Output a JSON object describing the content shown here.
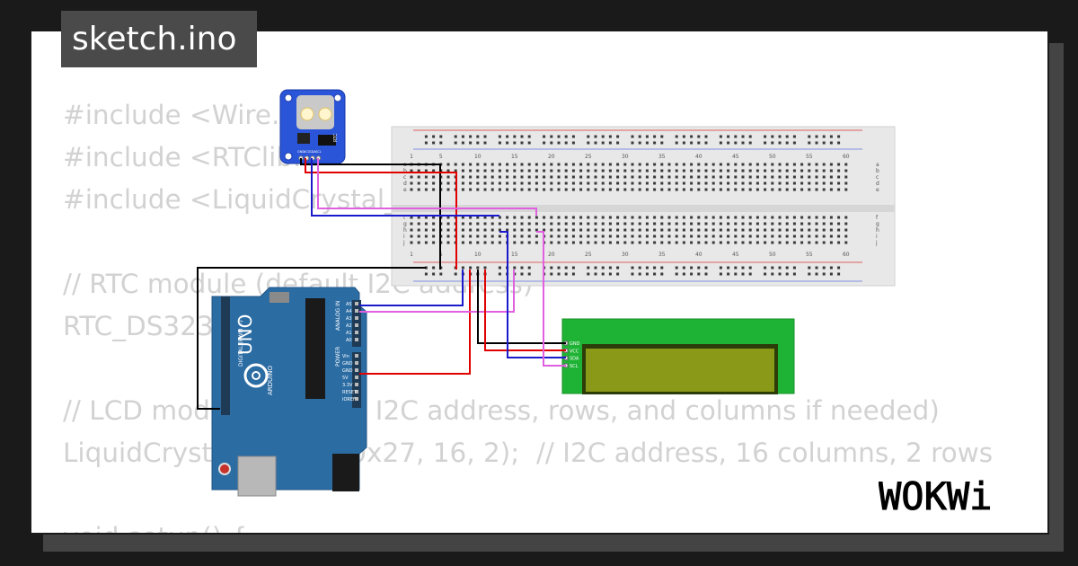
{
  "tab": {
    "filename": "sketch.ino"
  },
  "code_lines": [
    "#include <Wire.h>",
    "#include <RTClib.h>",
    "#include <LiquidCrystal_I2C.h>",
    "",
    "// RTC module (default I2C address)",
    "RTC_DS3231 rtc;",
    "",
    "// LCD module (change I2C address, rows, and columns if needed)",
    "LiquidCrystal_I2C lcd(0x27, 16, 2);  // I2C address, 16 columns, 2 rows",
    "",
    "void setup() {"
  ],
  "circuit": {
    "rtc": {
      "label": "RTC",
      "pins": [
        "GND",
        "VCC",
        "SDA",
        "SCL"
      ]
    },
    "breadboard": {
      "column_labels": [
        "1",
        "5",
        "10",
        "15",
        "20",
        "25",
        "30",
        "35",
        "40",
        "45",
        "50",
        "55",
        "60"
      ],
      "row_labels_top": [
        "a",
        "b",
        "c",
        "d",
        "e"
      ],
      "row_labels_bottom": [
        "f",
        "g",
        "h",
        "i",
        "j"
      ]
    },
    "arduino": {
      "model": "UNO",
      "brand": "ARDUINO",
      "analog_label": "ANALOG IN",
      "power_label": "POWER",
      "digital_label": "DIGITAL (PWM ~)",
      "analog_pins": [
        "A5",
        "A4",
        "A3",
        "A2",
        "A1",
        "A0"
      ],
      "power_pins": [
        "Vin",
        "GND",
        "GND",
        "5V",
        "3.3V",
        "RESET",
        "IOREF"
      ]
    },
    "lcd": {
      "pins": [
        "GND",
        "VCC",
        "SDA",
        "SCL"
      ]
    },
    "wire_colors": {
      "black": "#000000",
      "red": "#e00000",
      "blue": "#1a1acc",
      "magenta": "#e060e0"
    }
  },
  "brand_logo": "WOKWi",
  "colors": {
    "tab_bg": "#4a4a4a",
    "code_text": "#d2d2d2",
    "arduino_blue": "#2b6ca3",
    "lcd_green": "#8a9a18",
    "rtc_blue": "#2a55d8"
  }
}
